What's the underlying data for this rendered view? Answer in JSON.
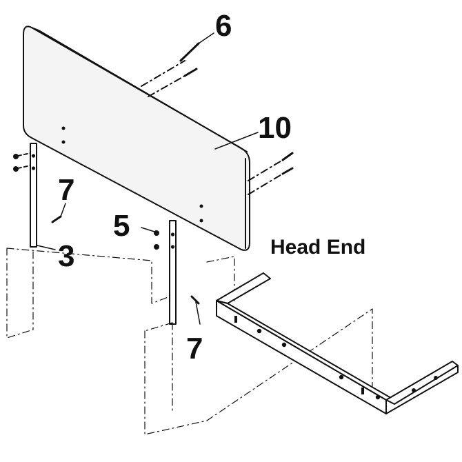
{
  "callouts": {
    "part_6": "6",
    "part_10": "10",
    "part_7_upper": "7",
    "part_5": "5",
    "part_3": "3",
    "part_7_lower": "7"
  },
  "labels": {
    "head_end": "Head End"
  },
  "colors": {
    "ink": "#111111",
    "paper": "#ffffff",
    "panel_shade": "#f4f4f4"
  }
}
